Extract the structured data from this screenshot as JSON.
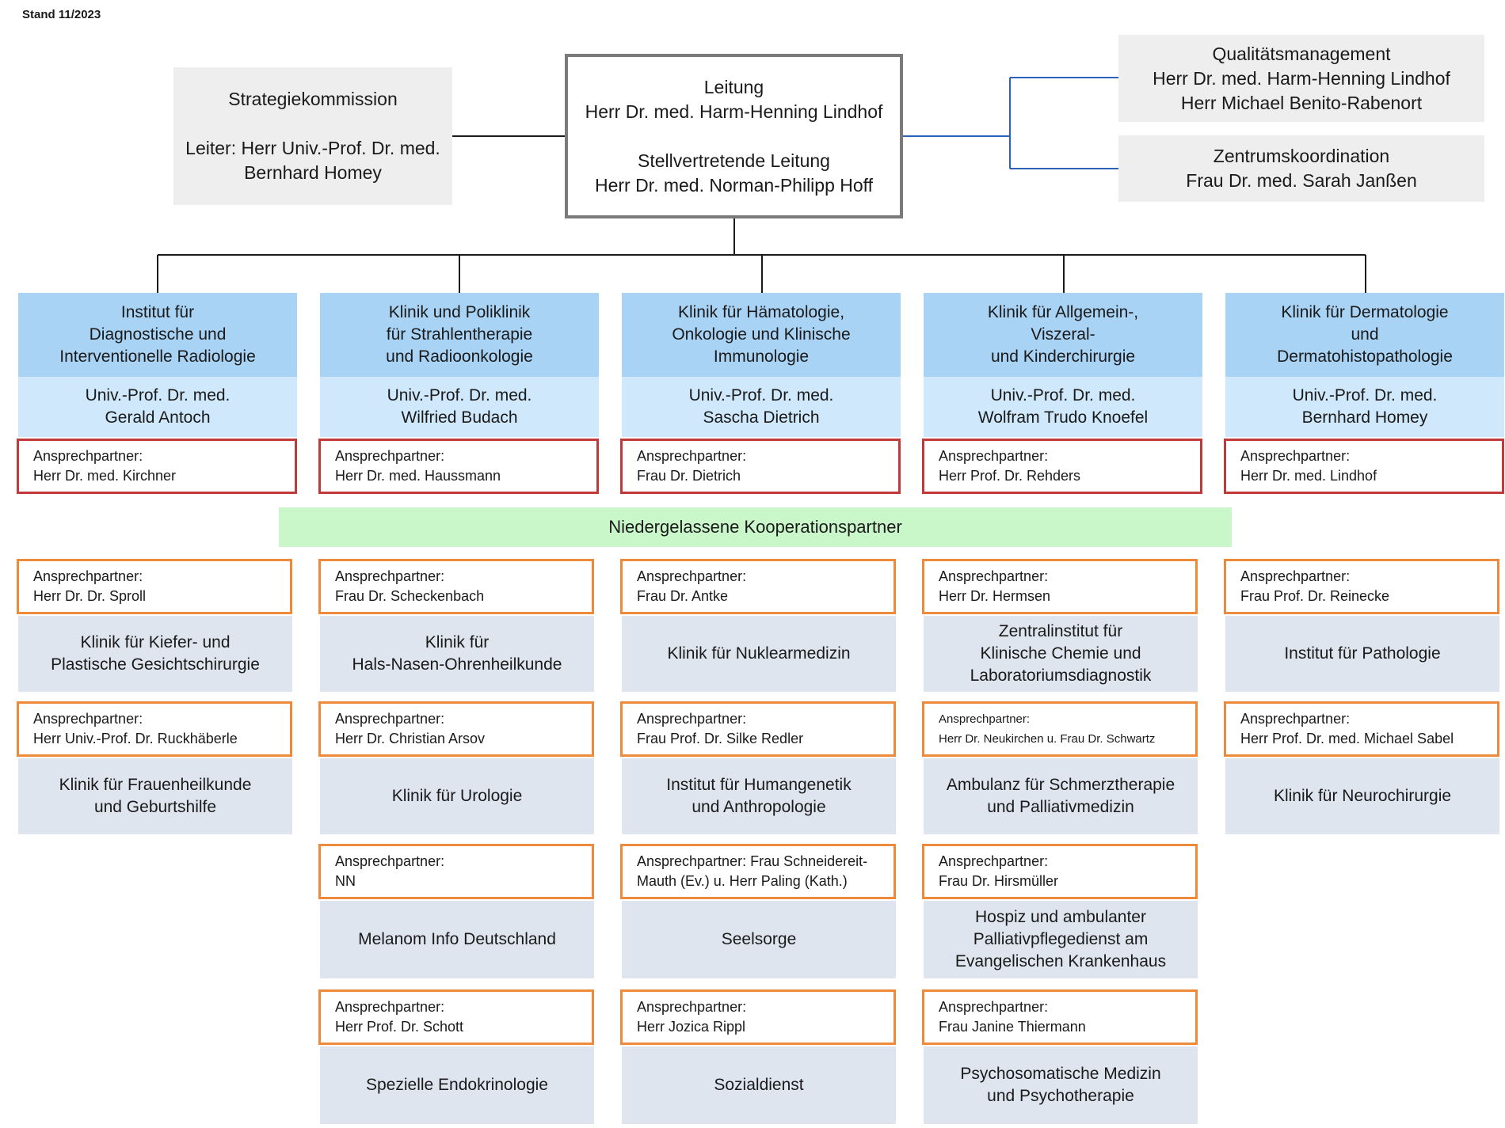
{
  "stand": "Stand 11/2023",
  "strategie": {
    "line1": "Strategiekommission",
    "line2": "Leiter: Herr Univ.-Prof. Dr. med.",
    "line3": "Bernhard Homey"
  },
  "leitung": {
    "title": "Leitung",
    "name": "Herr Dr. med. Harm-Henning Lindhof",
    "deputy_title": "Stellvertretende Leitung",
    "deputy_name": "Herr Dr. med. Norman-Philipp Hoff"
  },
  "qm": {
    "title": "Qualitätsmanagement",
    "name1": "Herr Dr. med. Harm-Henning Lindhof",
    "name2": "Herr Michael Benito-Rabenort"
  },
  "zk": {
    "title": "Zentrumskoordination",
    "name": "Frau Dr. med. Sarah Janßen"
  },
  "clinics": [
    {
      "head": [
        "Institut für",
        "Diagnostische und",
        "Interventionelle Radiologie"
      ],
      "lead": [
        "Univ.-Prof. Dr. med.",
        "Gerald Antoch"
      ],
      "contact_label": "Ansprechpartner:",
      "contact": "Herr Dr. med. Kirchner"
    },
    {
      "head": [
        "Klinik und Poliklinik",
        "für Strahlentherapie",
        "und Radioonkologie"
      ],
      "lead": [
        "Univ.-Prof. Dr. med.",
        "Wilfried Budach"
      ],
      "contact_label": "Ansprechpartner:",
      "contact": "Herr Dr. med. Haussmann"
    },
    {
      "head": [
        "Klinik für Hämatologie,",
        "Onkologie und Klinische",
        "Immunologie"
      ],
      "lead": [
        "Univ.-Prof. Dr. med.",
        "Sascha Dietrich"
      ],
      "contact_label": "Ansprechpartner:",
      "contact": "Frau Dr. Dietrich"
    },
    {
      "head": [
        "Klinik für Allgemein-,",
        "Viszeral-",
        "und Kinderchirurgie"
      ],
      "lead": [
        "Univ.-Prof. Dr. med.",
        "Wolfram Trudo Knoefel"
      ],
      "contact_label": "Ansprechpartner:",
      "contact": "Herr Prof. Dr. Rehders"
    },
    {
      "head": [
        "Klinik für Dermatologie",
        "und",
        "Dermatohistopathologie"
      ],
      "lead": [
        "Univ.-Prof. Dr. med.",
        "Bernhard Homey"
      ],
      "contact_label": "Ansprechpartner:",
      "contact": "Herr Dr. med. Lindhof"
    }
  ],
  "niedergelassen": "Niedergelassene Kooperationspartner",
  "partners": [
    {
      "contact_label": "Ansprechpartner:",
      "contact": "Herr Dr. Dr. Sproll",
      "name": [
        "Klinik für Kiefer- und",
        "Plastische Gesichtschirurgie"
      ]
    },
    {
      "contact_label": "Ansprechpartner:",
      "contact": "Frau Dr. Scheckenbach",
      "name": [
        "Klinik für",
        "Hals-Nasen-Ohrenheilkunde"
      ]
    },
    {
      "contact_label": "Ansprechpartner:",
      "contact": "Frau Dr. Antke",
      "name": [
        "Klinik für Nuklearmedizin"
      ]
    },
    {
      "contact_label": "Ansprechpartner:",
      "contact": "Herr Dr. Hermsen",
      "name": [
        "Zentralinstitut für",
        "Klinische Chemie und",
        "Laboratoriumsdiagnostik"
      ]
    },
    {
      "contact_label": "Ansprechpartner:",
      "contact": "Frau Prof. Dr. Reinecke",
      "name": [
        "Institut für Pathologie"
      ]
    },
    {
      "contact_label": "Ansprechpartner:",
      "contact": "Herr Univ.-Prof. Dr. Ruckhäberle",
      "name": [
        "Klinik für Frauenheilkunde",
        "und Geburtshilfe"
      ]
    },
    {
      "contact_label": "Ansprechpartner:",
      "contact": "Herr Dr. Christian Arsov",
      "name": [
        "Klinik für Urologie"
      ]
    },
    {
      "contact_label": "Ansprechpartner:",
      "contact": "Frau Prof. Dr. Silke Redler",
      "name": [
        "Institut für Humangenetik",
        "und Anthropologie"
      ]
    },
    {
      "contact_label": "Ansprechpartner:",
      "contact": "Herr Dr. Neukirchen u. Frau Dr. Schwartz",
      "name": [
        "Ambulanz für Schmerztherapie",
        "und Palliativmedizin"
      ]
    },
    {
      "contact_label": "Ansprechpartner:",
      "contact": "Herr Prof. Dr. med. Michael Sabel",
      "name": [
        "Klinik für Neurochirurgie"
      ]
    },
    {
      "contact_label": "Ansprechpartner:",
      "contact": "NN",
      "name": [
        "Melanom Info Deutschland"
      ]
    },
    {
      "contact_label": "Ansprechpartner: Frau Schneidereit-",
      "contact": "Mauth (Ev.) u. Herr Paling (Kath.)",
      "name": [
        "Seelsorge"
      ]
    },
    {
      "contact_label": "Ansprechpartner:",
      "contact": "Frau Dr. Hirsmüller",
      "name": [
        "Hospiz und ambulanter",
        "Palliativpflegedienst am",
        "Evangelischen Krankenhaus"
      ]
    },
    {
      "contact_label": "Ansprechpartner:",
      "contact": "Herr Prof. Dr. Schott",
      "name": [
        "Spezielle Endokrinologie"
      ]
    },
    {
      "contact_label": "Ansprechpartner:",
      "contact": "Herr Jozica Rippl",
      "name": [
        "Sozialdienst"
      ]
    },
    {
      "contact_label": "Ansprechpartner:",
      "contact": "Frau Janine Thiermann",
      "name": [
        "Psychosomatische Medizin",
        "und Psychotherapie"
      ]
    }
  ]
}
